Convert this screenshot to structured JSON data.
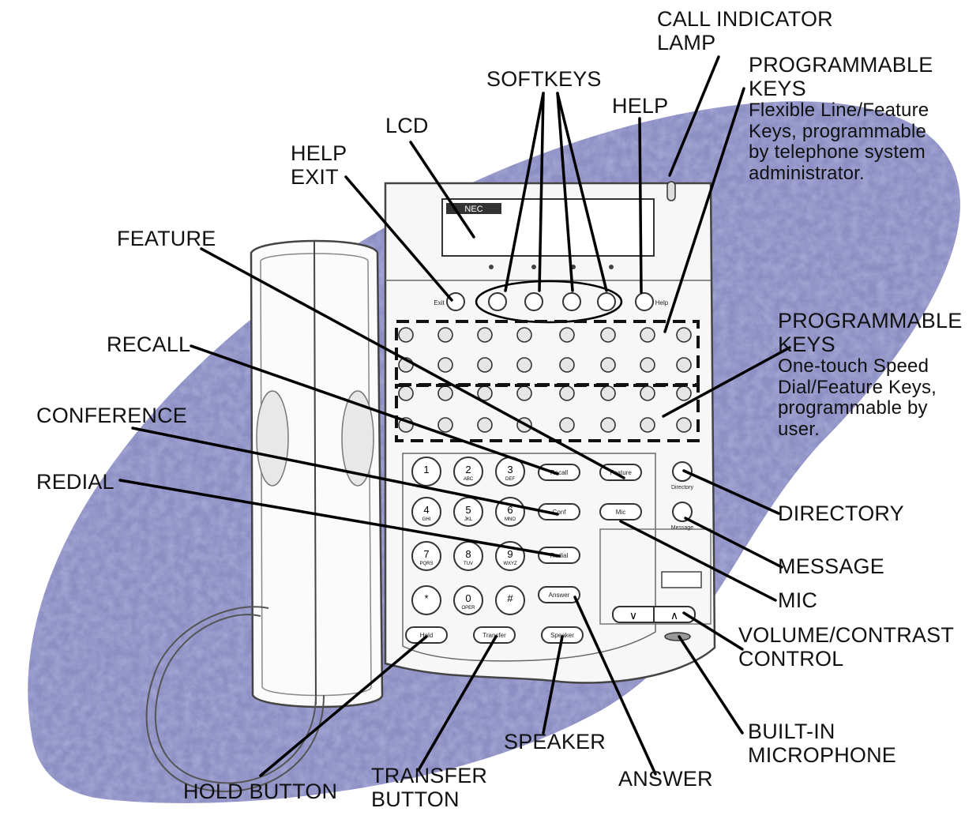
{
  "labels": {
    "call_indicator_lamp": [
      "CALL INDICATOR",
      "LAMP"
    ],
    "programmable_keys_top": {
      "title": [
        "PROGRAMMABLE",
        "KEYS"
      ],
      "desc": [
        "Flexible Line/Feature",
        "Keys, programmable",
        "by telephone system",
        "administrator."
      ]
    },
    "softkeys": "SOFTKEYS",
    "help": "HELP",
    "lcd": "LCD",
    "help_exit": [
      "HELP",
      "EXIT"
    ],
    "feature": "FEATURE",
    "programmable_keys_bottom": {
      "title": [
        "PROGRAMMABLE",
        "KEYS"
      ],
      "desc": [
        "One-touch Speed",
        "Dial/Feature Keys,",
        "programmable by",
        "user."
      ]
    },
    "recall": "RECALL",
    "conference": "CONFERENCE",
    "redial": "REDIAL",
    "directory": "DIRECTORY",
    "message": "MESSAGE",
    "mic": "MIC",
    "volume_contrast": [
      "VOLUME/CONTRAST",
      "CONTROL"
    ],
    "built_in_microphone": [
      "BUILT-IN",
      "MICROPHONE"
    ],
    "speaker": "SPEAKER",
    "answer": "ANSWER",
    "transfer_button": [
      "TRANSFER",
      "BUTTON"
    ],
    "hold_button": "HOLD BUTTON"
  },
  "phone": {
    "brand": "NEC",
    "key_labels": {
      "exit": "Exit",
      "help": "Help",
      "recall": "Recall",
      "feature": "Feature",
      "conf": "Conf",
      "mic": "Mic",
      "redial": "Redial",
      "answer": "Answer",
      "hold": "Hold",
      "transfer": "Transfer",
      "speaker": "Speaker",
      "directory": "Directory",
      "message": "Message"
    },
    "dialpad": [
      {
        "digit": "1",
        "letters": ""
      },
      {
        "digit": "2",
        "letters": "ABC"
      },
      {
        "digit": "3",
        "letters": "DEF"
      },
      {
        "digit": "4",
        "letters": "GHI"
      },
      {
        "digit": "5",
        "letters": "JKL"
      },
      {
        "digit": "6",
        "letters": "MNO"
      },
      {
        "digit": "7",
        "letters": "PQRS"
      },
      {
        "digit": "8",
        "letters": "TUV"
      },
      {
        "digit": "9",
        "letters": "WXYZ"
      },
      {
        "digit": "*",
        "letters": ""
      },
      {
        "digit": "0",
        "letters": "OPER"
      },
      {
        "digit": "#",
        "letters": ""
      }
    ],
    "volume_minus": "∨",
    "volume_plus": "∧"
  },
  "colors": {
    "blob": "#8d8fc4",
    "blob_dark": "#6f72ae",
    "line": "#000000",
    "phone_body": "#f7f7f7",
    "phone_outline": "#555555"
  }
}
